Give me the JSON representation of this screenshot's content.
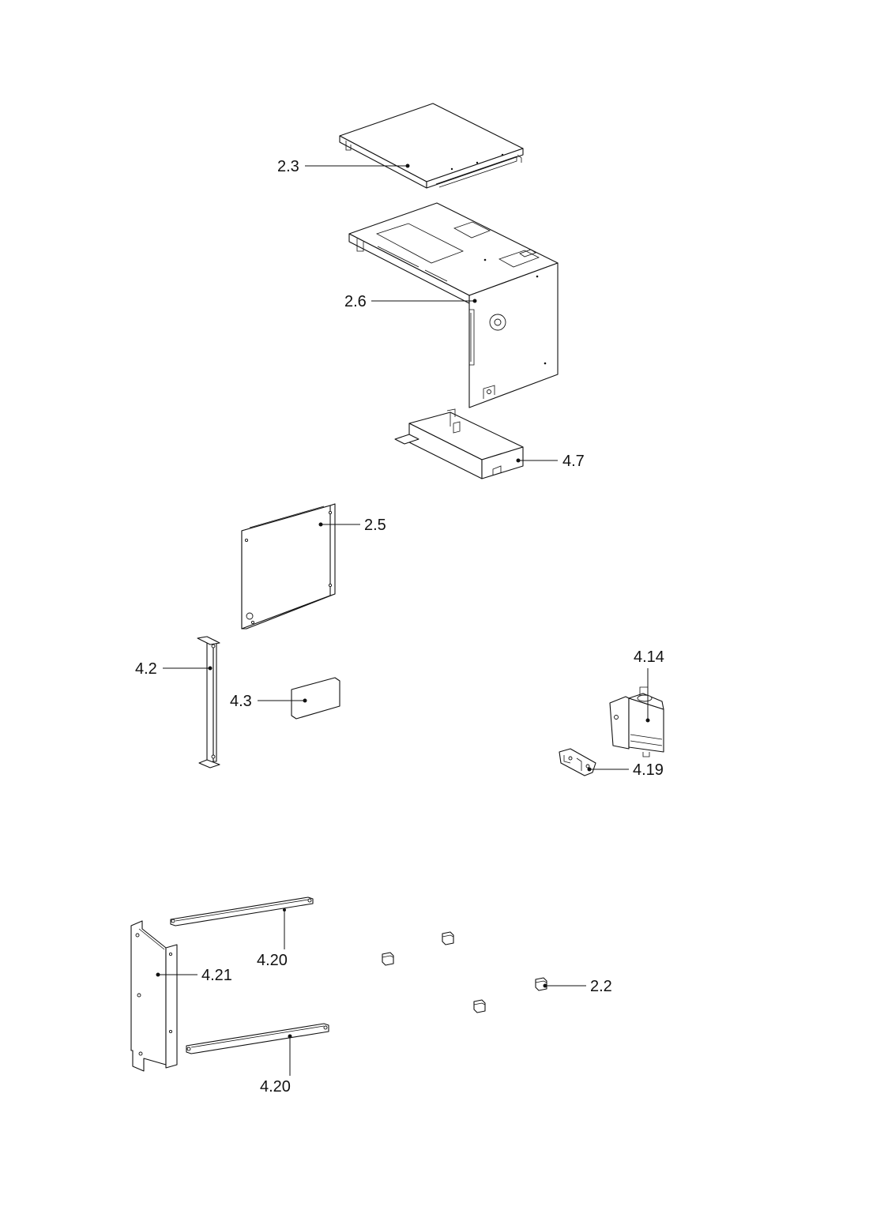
{
  "diagram": {
    "type": "exploded-parts-view",
    "callouts": [
      {
        "id": "c-2-3",
        "label": "2.3"
      },
      {
        "id": "c-2-6",
        "label": "2.6"
      },
      {
        "id": "c-4-7",
        "label": "4.7"
      },
      {
        "id": "c-2-5",
        "label": "2.5"
      },
      {
        "id": "c-4-2",
        "label": "4.2"
      },
      {
        "id": "c-4-3",
        "label": "4.3"
      },
      {
        "id": "c-4-14",
        "label": "4.14"
      },
      {
        "id": "c-4-19",
        "label": "4.19"
      },
      {
        "id": "c-4-20-top",
        "label": "4.20"
      },
      {
        "id": "c-4-21",
        "label": "4.21"
      },
      {
        "id": "c-2-2",
        "label": "2.2"
      },
      {
        "id": "c-4-20-bottom",
        "label": "4.20"
      }
    ]
  }
}
